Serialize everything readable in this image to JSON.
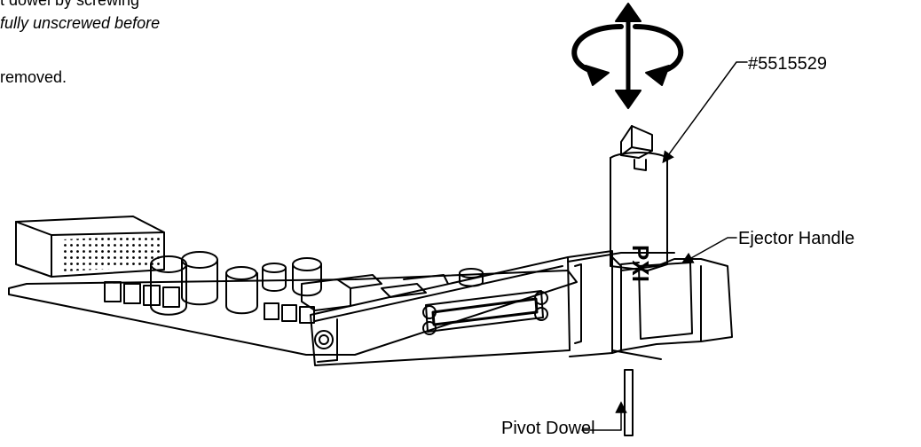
{
  "instruction": {
    "line1": "t dowel by screwing",
    "line2": "fully unscrewed before",
    "line3": "removed."
  },
  "callouts": {
    "part_number": "#5515529",
    "ejector_handle": "Ejector Handle",
    "pivot_dowel": "Pivot Dowel"
  },
  "panel_label": "PXI",
  "colors": {
    "line": "#000000",
    "background": "#ffffff"
  }
}
